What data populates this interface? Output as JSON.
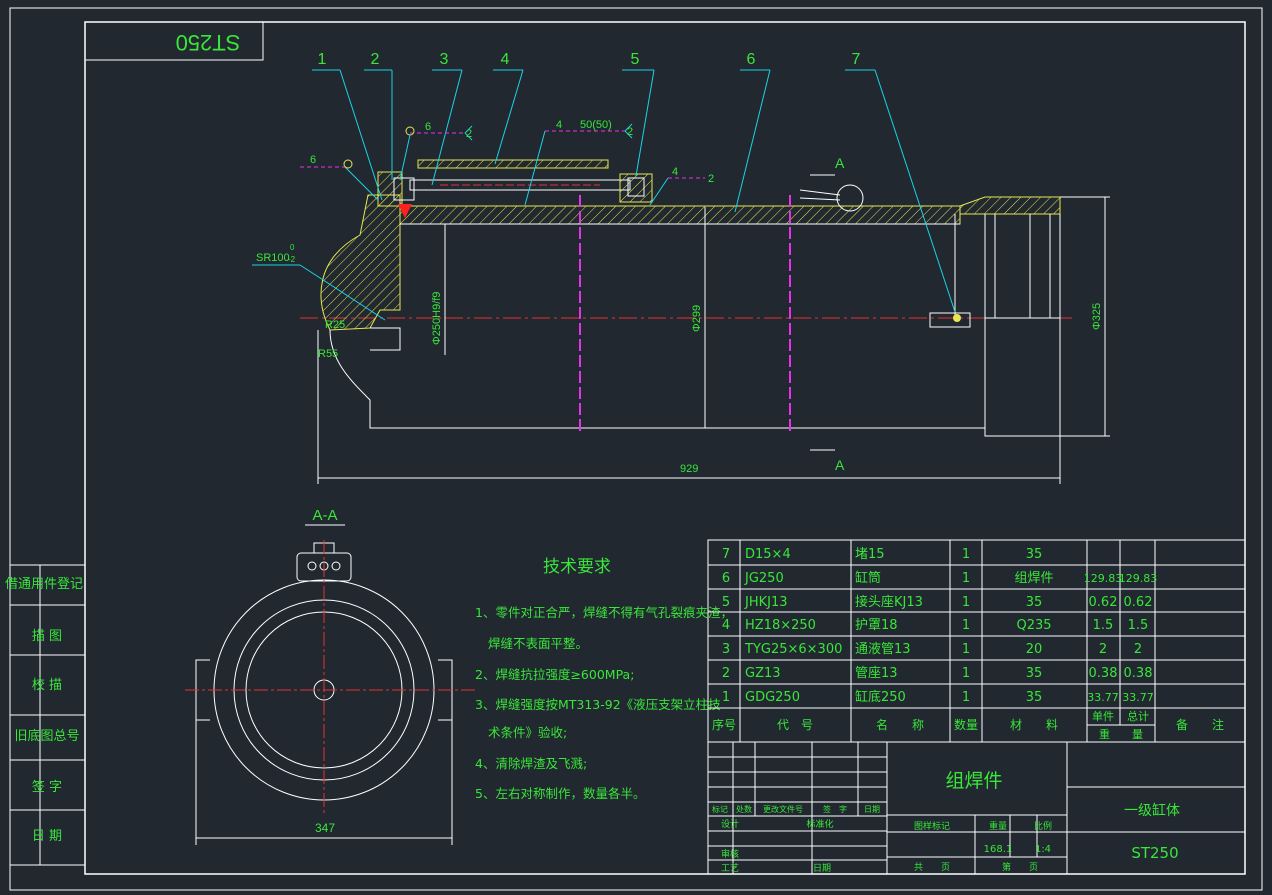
{
  "colors": {
    "background": "#212830",
    "frame": "#ffffff",
    "text_green": "#39e639",
    "leader_cyan": "#19d4e6",
    "hatch_yellow": "#e6e650",
    "centerline_red": "#e63232",
    "shaft_magenta": "#e632e6",
    "weld_red": "#ff2020"
  },
  "drawing_code_mirrored": "ST250",
  "balloons": [
    "1",
    "2",
    "3",
    "4",
    "5",
    "6",
    "7"
  ],
  "section_marks": {
    "top": "A",
    "bottom": "A",
    "view_title": "A-A"
  },
  "dimensions": {
    "total_length": "929",
    "bore": "Φ250H9/f9",
    "outer_tube": "Φ299",
    "flange": "Φ325",
    "sphere": "SR100",
    "sphere_tol_upper": "0",
    "sphere_tol_lower": "-2",
    "r25": "R25",
    "r55": "R55",
    "section_width": "347"
  },
  "weld_symbols": {
    "w1_size": "6",
    "w2_size": "6",
    "w2_count": "2",
    "w3_size": "4",
    "w3_length": "50(50)",
    "w3_count": "2",
    "w4_size": "4",
    "w4_count": "2"
  },
  "side_labels": [
    "借通用件登记",
    "描 图",
    "校 描",
    "旧底图总号",
    "签 字",
    "日 期"
  ],
  "tech_requirements": {
    "title": "技术要求",
    "lines": [
      "1、零件对正合严，焊缝不得有气孔裂痕夹渣，",
      "焊缝不表面平整。",
      "2、焊缝抗拉强度≥600MPa;",
      "3、焊缝强度按MT313-92《液压支架立柱技",
      "术条件》验收;",
      "4、清除焊渣及飞溅;",
      "5、左右对称制作，数量各半。"
    ]
  },
  "bom": {
    "rows": [
      {
        "no": "7",
        "code": "D15×4",
        "name": "堵15",
        "qty": "1",
        "material": "35",
        "unit_wt": "",
        "total_wt": ""
      },
      {
        "no": "6",
        "code": "JG250",
        "name": "缸筒",
        "qty": "1",
        "material": "组焊件",
        "unit_wt": "129.83",
        "total_wt": "129.83"
      },
      {
        "no": "5",
        "code": "JHKJ13",
        "name": "接头座KJ13",
        "qty": "1",
        "material": "35",
        "unit_wt": "0.62",
        "total_wt": "0.62"
      },
      {
        "no": "4",
        "code": "HZ18×250",
        "name": "护罩18",
        "qty": "1",
        "material": "Q235",
        "unit_wt": "1.5",
        "total_wt": "1.5"
      },
      {
        "no": "3",
        "code": "TYG25×6×300",
        "name": "通液管13",
        "qty": "1",
        "material": "20",
        "unit_wt": "2",
        "total_wt": "2"
      },
      {
        "no": "2",
        "code": "GZ13",
        "name": "管座13",
        "qty": "1",
        "material": "35",
        "unit_wt": "0.38",
        "total_wt": "0.38"
      },
      {
        "no": "1",
        "code": "GDG250",
        "name": "缸底250",
        "qty": "1",
        "material": "35",
        "unit_wt": "33.77",
        "total_wt": "33.77"
      }
    ],
    "header": {
      "no": "序号",
      "code": "代　号",
      "name": "名　　称",
      "qty": "数量",
      "material": "材　　料",
      "unit": "单件",
      "total": "总计",
      "weight": "重　　量",
      "remark": "备　　注"
    }
  },
  "title_block": {
    "type": "组焊件",
    "part_name": "一级缸体",
    "drawing_no": "ST250",
    "weight": "168.1",
    "scale": "1:4",
    "labels": {
      "mark": "标记",
      "count": "处数",
      "change_doc": "更改文件号",
      "sign": "签　字",
      "date": "日期",
      "design": "设计",
      "standard": "标准化",
      "stage_mark": "图样标记",
      "weight": "重量",
      "scale": "比例",
      "review": "审核",
      "process": "工艺",
      "date2": "日期",
      "total_sheets": "共　　页",
      "sheet": "第　　页"
    }
  }
}
